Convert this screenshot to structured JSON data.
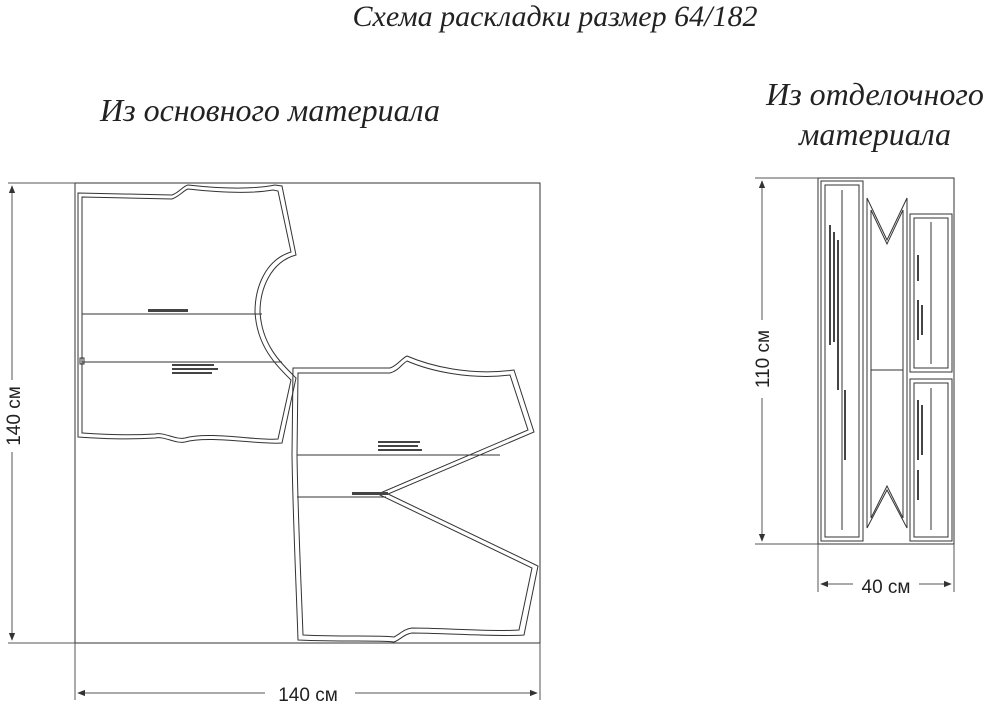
{
  "title": "Схема раскладки размер 64/182",
  "main_fabric": {
    "label": "Из основного материала",
    "width_label": "140 см",
    "height_label": "140 см"
  },
  "trim_fabric": {
    "label_line1": "Из отделочного",
    "label_line2": "материала",
    "width_label": "40 см",
    "height_label": "110 см"
  }
}
